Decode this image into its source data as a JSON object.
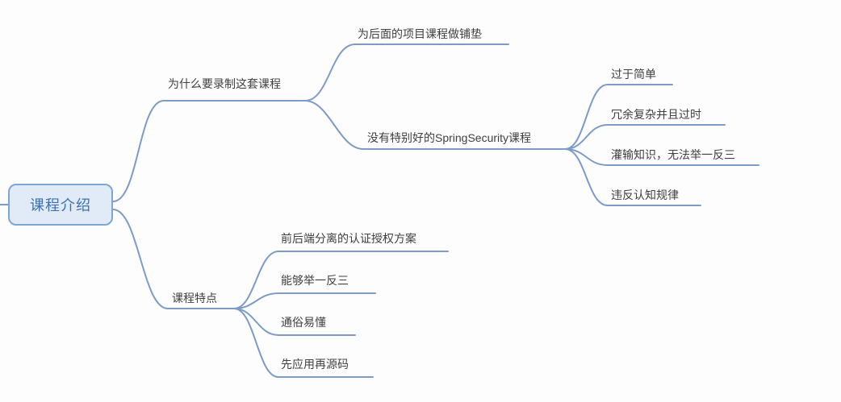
{
  "colors": {
    "line": "#7d9bc7",
    "root_fill": "#e1ebf7",
    "root_border": "#7ea6d3",
    "root_text": "#3d70ad",
    "node_text": "#404040"
  },
  "mindmap": {
    "root": "课程介绍",
    "branches": [
      {
        "label": "为什么要录制这套课程",
        "children": [
          {
            "label": "为后面的项目课程做铺垫",
            "children": []
          },
          {
            "label": "没有特别好的SpringSecurity课程",
            "children": [
              {
                "label": "过于简单"
              },
              {
                "label": "冗余复杂并且过时"
              },
              {
                "label": "灌输知识，无法举一反三"
              },
              {
                "label": "违反认知规律"
              }
            ]
          }
        ]
      },
      {
        "label": "课程特点",
        "children": [
          {
            "label": "前后端分离的认证授权方案"
          },
          {
            "label": "能够举一反三"
          },
          {
            "label": "通俗易懂"
          },
          {
            "label": "先应用再源码"
          }
        ]
      }
    ]
  }
}
